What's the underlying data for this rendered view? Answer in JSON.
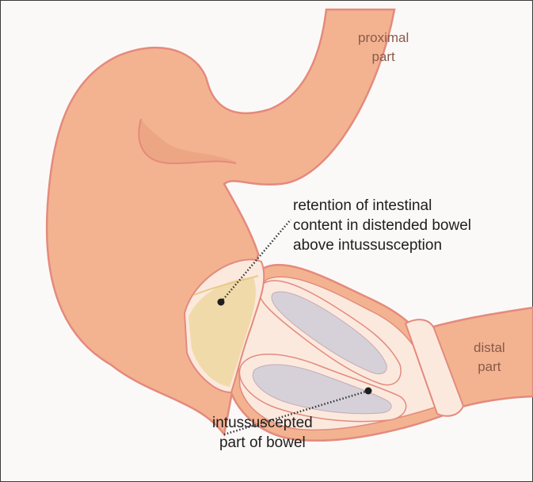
{
  "diagram": {
    "labels": {
      "retention": {
        "line1": "retention of intestinal",
        "line2": "content in distended bowel",
        "line3": "above intussusception"
      },
      "intussuscepted": {
        "line1": "intussuscepted",
        "line2": "part of bowel"
      },
      "proximal": {
        "line1": "proximal",
        "line2": "part"
      },
      "distal": {
        "line1": "distal",
        "line2": "part"
      }
    },
    "colors": {
      "background": "#fbf9f7",
      "frame": "#3a3a3a",
      "bowel_fill": "#f3b391",
      "bowel_outline": "#e48a7d",
      "bowel_shadow": "#e79a78",
      "inner_wall": "#fbe9de",
      "intestinal_content": "#f0d8a3",
      "lumen": "#d6d1d8",
      "leader_line": "#333333",
      "inner_label_text": "#8a5a4a"
    }
  }
}
